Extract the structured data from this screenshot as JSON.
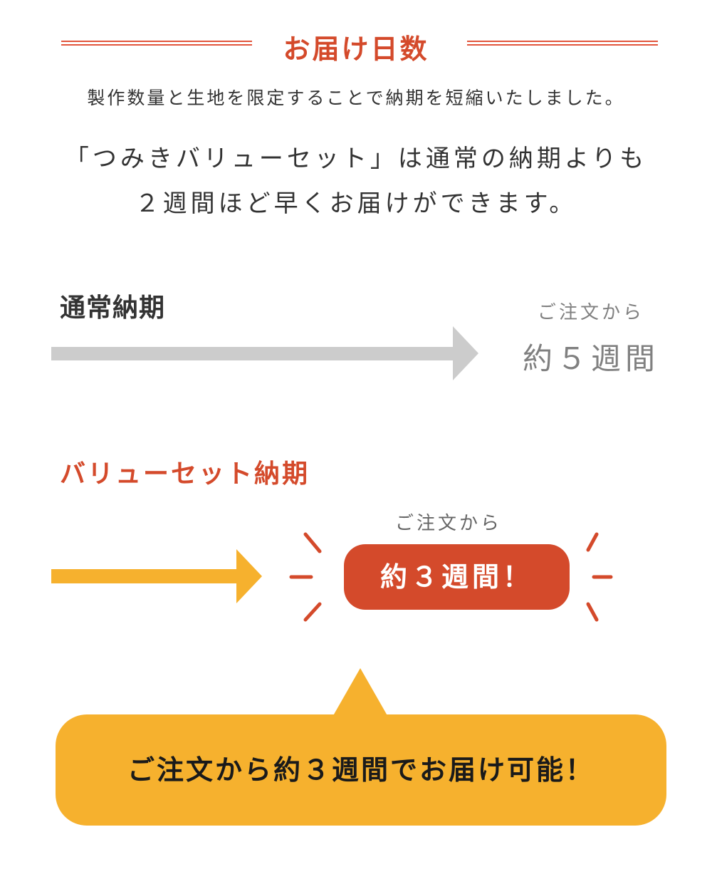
{
  "header": {
    "title": "お届け日数",
    "subtitle": "製作数量と生地を限定することで納期を短縮いたしました。",
    "lead_line1": "「つみきバリューセット」は通常の納期よりも",
    "lead_line2": "２週間ほど早くお届けができます。"
  },
  "normal": {
    "label": "通常納期",
    "from": "ご注文から",
    "duration": "約５週間"
  },
  "value": {
    "label": "バリューセット納期",
    "from": "ご注文から",
    "duration": "約３週間！"
  },
  "callout": {
    "text": "ご注文から約３週間でお届け可能！"
  },
  "colors": {
    "accent": "#d44a2b",
    "yellow": "#f6b12e",
    "grey": "#cccccc"
  }
}
